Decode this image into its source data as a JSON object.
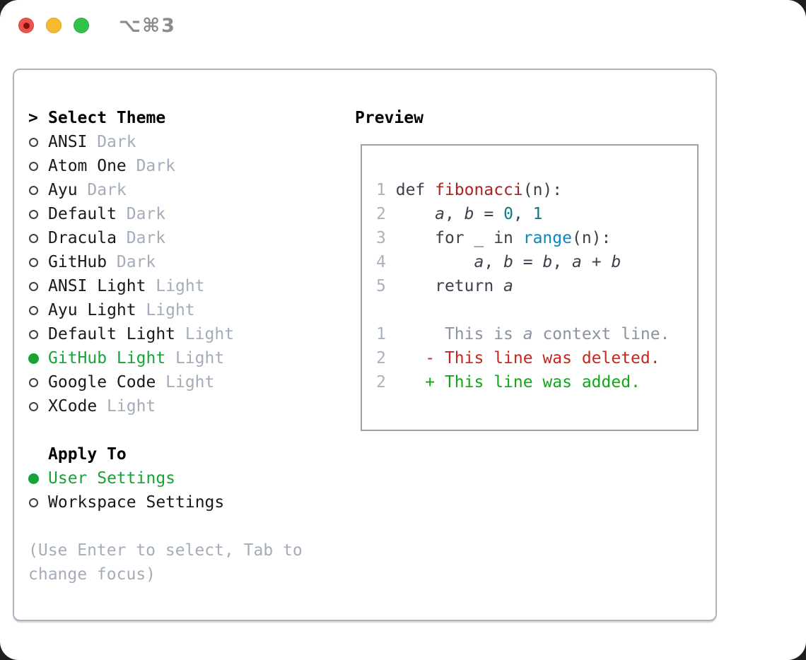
{
  "window": {
    "title": "⌥⌘3",
    "buttons": [
      "close",
      "minimize",
      "zoom"
    ]
  },
  "theme_picker": {
    "prompt_icon": ">",
    "title": "Select Theme",
    "items": [
      {
        "label": "ANSI",
        "variant": "Dark",
        "selected": false
      },
      {
        "label": "Atom One",
        "variant": "Dark",
        "selected": false
      },
      {
        "label": "Ayu",
        "variant": "Dark",
        "selected": false
      },
      {
        "label": "Default",
        "variant": "Dark",
        "selected": false
      },
      {
        "label": "Dracula",
        "variant": "Dark",
        "selected": false
      },
      {
        "label": "GitHub",
        "variant": "Dark",
        "selected": false
      },
      {
        "label": "ANSI Light",
        "variant": "Light",
        "selected": false
      },
      {
        "label": "Ayu Light",
        "variant": "Light",
        "selected": false
      },
      {
        "label": "Default Light",
        "variant": "Light",
        "selected": false
      },
      {
        "label": "GitHub Light",
        "variant": "Light",
        "selected": true
      },
      {
        "label": "Google Code",
        "variant": "Light",
        "selected": false
      },
      {
        "label": "XCode",
        "variant": "Light",
        "selected": false
      }
    ]
  },
  "apply_to": {
    "title": "Apply To",
    "options": [
      {
        "label": "User Settings",
        "selected": true
      },
      {
        "label": "Workspace Settings",
        "selected": false
      }
    ]
  },
  "help_text": "(Use Enter to select, Tab to change focus)",
  "preview": {
    "title": "Preview",
    "lines": [
      {
        "num": "1",
        "kind": "code",
        "tokens": [
          {
            "t": "def ",
            "c": "fg"
          },
          {
            "t": "fibonacci",
            "c": "func"
          },
          {
            "t": "(n):",
            "c": "fg"
          }
        ]
      },
      {
        "num": "2",
        "kind": "code",
        "tokens": [
          {
            "t": "    ",
            "c": "fg"
          },
          {
            "t": "a",
            "c": "var"
          },
          {
            "t": ", ",
            "c": "fg"
          },
          {
            "t": "b",
            "c": "var"
          },
          {
            "t": " = ",
            "c": "fg"
          },
          {
            "t": "0",
            "c": "num"
          },
          {
            "t": ", ",
            "c": "fg"
          },
          {
            "t": "1",
            "c": "num"
          }
        ]
      },
      {
        "num": "3",
        "kind": "code",
        "tokens": [
          {
            "t": "    for _ in ",
            "c": "fg"
          },
          {
            "t": "range",
            "c": "call"
          },
          {
            "t": "(n):",
            "c": "fg"
          }
        ]
      },
      {
        "num": "4",
        "kind": "code",
        "tokens": [
          {
            "t": "        ",
            "c": "fg"
          },
          {
            "t": "a",
            "c": "var"
          },
          {
            "t": ", ",
            "c": "fg"
          },
          {
            "t": "b",
            "c": "var"
          },
          {
            "t": " = ",
            "c": "fg"
          },
          {
            "t": "b",
            "c": "var"
          },
          {
            "t": ", ",
            "c": "fg"
          },
          {
            "t": "a",
            "c": "var"
          },
          {
            "t": " + ",
            "c": "fg"
          },
          {
            "t": "b",
            "c": "var"
          }
        ]
      },
      {
        "num": "5",
        "kind": "code",
        "tokens": [
          {
            "t": "    return ",
            "c": "fg"
          },
          {
            "t": "a",
            "c": "var"
          }
        ]
      },
      {
        "num": "",
        "kind": "blank",
        "tokens": []
      },
      {
        "num": "1",
        "kind": "diff-context",
        "tokens": [
          {
            "t": "     This is ",
            "c": "ctx"
          },
          {
            "t": "a",
            "c": "ctxvar"
          },
          {
            "t": " context line.",
            "c": "ctx"
          }
        ]
      },
      {
        "num": "2",
        "kind": "diff-deleted",
        "tokens": [
          {
            "t": "   - This line was deleted.",
            "c": "del"
          }
        ]
      },
      {
        "num": "2",
        "kind": "diff-added",
        "tokens": [
          {
            "t": "   + This line was added.",
            "c": "add"
          }
        ]
      }
    ]
  },
  "colors": {
    "selected_green": "#17a337",
    "added_green": "#12a716",
    "deleted_red": "#c5271d",
    "func_red": "#a82420",
    "num_teal": "#0e7b80",
    "call_blue": "#0a86c4",
    "code_fg": "#3a414c",
    "text_dark": "#17191d",
    "muted_gray": "#a3adba",
    "ctx_gray": "#8b939d",
    "line_number_gray": "#a9b2bc",
    "panel_border": "#aab2bb",
    "box_border": "#99a2ac",
    "traffic_red": "#f0524d",
    "traffic_yellow": "#f7b92e",
    "traffic_green": "#33c24a",
    "title_gray": "#8a8b8e"
  }
}
